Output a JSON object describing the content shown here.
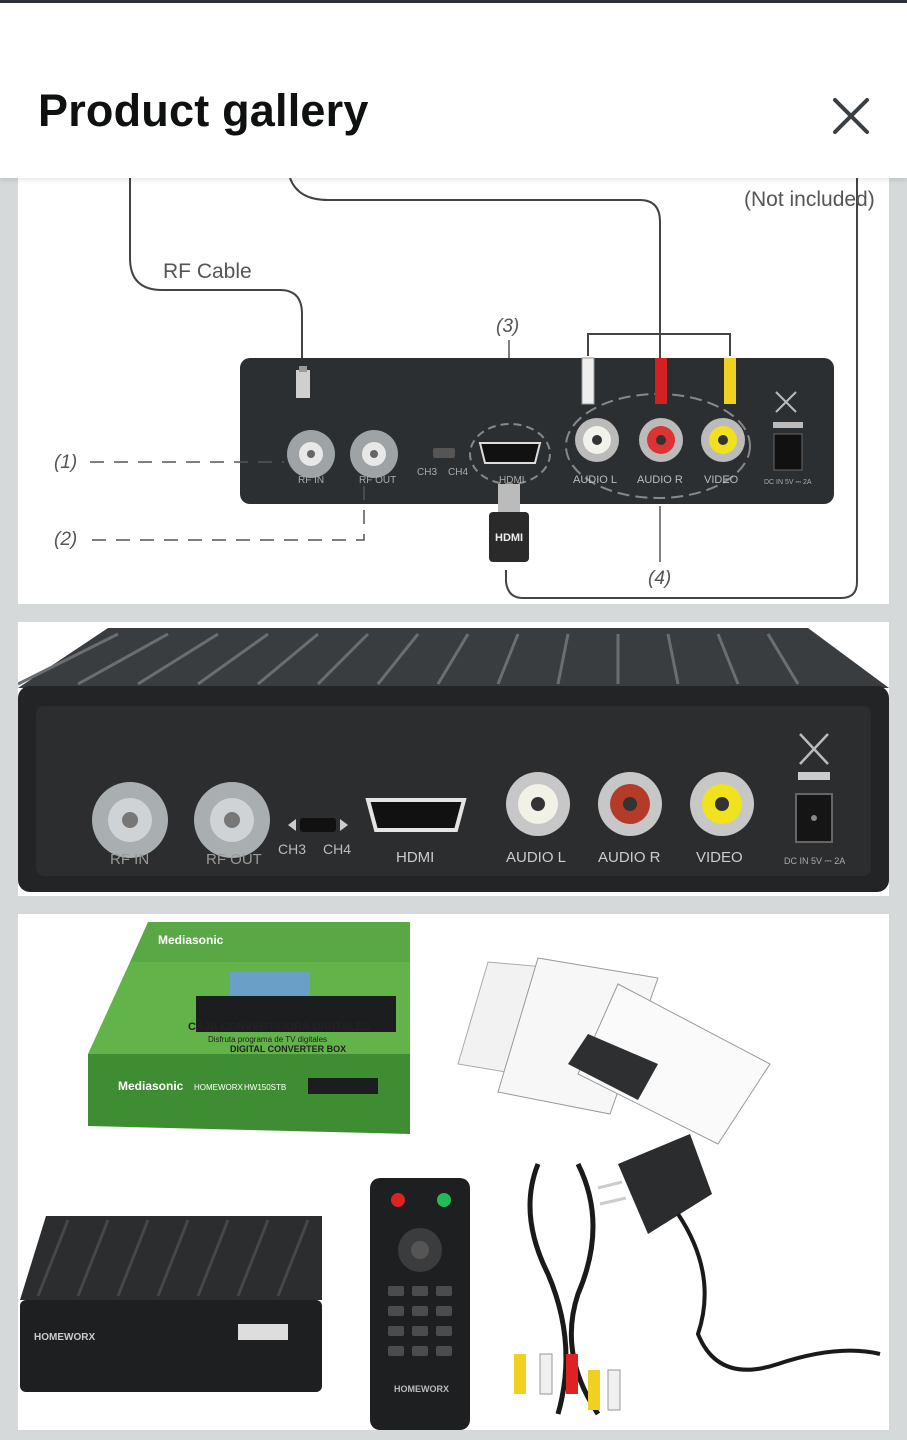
{
  "header": {
    "title": "Product gallery",
    "close_icon": "close-x-icon"
  },
  "image1": {
    "not_included": "(Not included)",
    "rf_cable": "RF Cable",
    "callout_1": "(1)",
    "callout_2": "(2)",
    "callout_3": "(3)",
    "callout_4": "(4)",
    "rf_in": "RF IN",
    "rf_out": "RF OUT",
    "ch3": "CH3",
    "ch4": "CH4",
    "hdmi": "HDMI",
    "audio_l": "AUDIO L",
    "audio_r": "AUDIO R",
    "video": "VIDEO",
    "dc_in": "DC IN 5V ⎓ 2A",
    "hdmi_plug": "HDMI"
  },
  "image2": {
    "rf_in": "RF IN",
    "rf_out": "RF OUT",
    "ch3": "CH3",
    "ch4": "CH4",
    "hdmi": "HDMI",
    "audio_l": "AUDIO L",
    "audio_r": "AUDIO R",
    "video": "VIDEO",
    "dc_in": "DC IN 5V ⎓ 2A"
  },
  "image3": {
    "box_brand": "Mediasonic",
    "box_line": "HOMEWORX",
    "box_title_es": "CAJA CONVERTIDORA DIGITALES",
    "box_subtitle_es": "Disfruta programa de TV digitales",
    "box_title_en": "DIGITAL CONVERTER BOX",
    "box_model": "HW150STB",
    "device_label": "HOMEWORX",
    "remote_label": "HOMEWORX"
  }
}
